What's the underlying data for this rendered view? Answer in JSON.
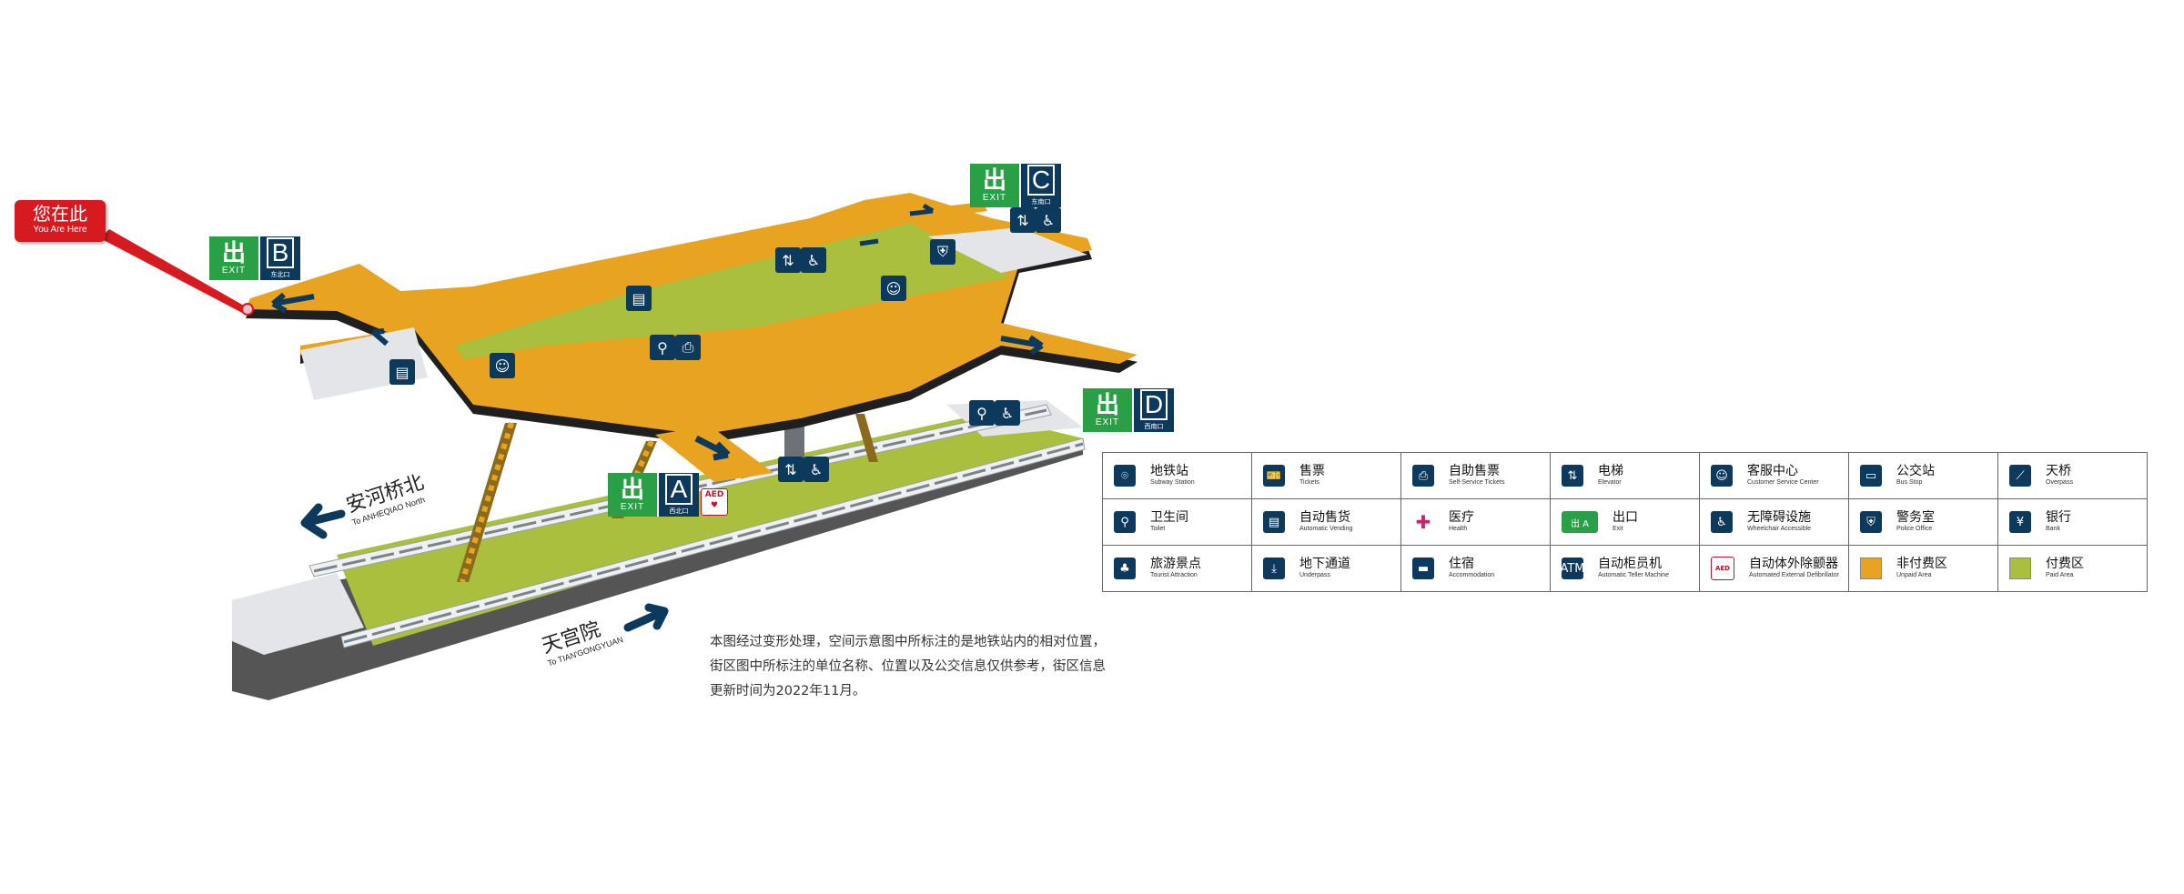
{
  "colors": {
    "unpaid_area": "#e8a321",
    "paid_area": "#a9bf3d",
    "platform_gray": "#d9dcdf",
    "exit_green": "#2aa046",
    "sign_navy": "#0d3a5c",
    "here_red": "#d71920"
  },
  "you_are_here": {
    "zh": "您在此",
    "en": "You Are Here"
  },
  "exits": [
    {
      "id": "B",
      "word": "EXIT",
      "glyph": "出",
      "letter": "B",
      "dir": "东北口"
    },
    {
      "id": "C",
      "word": "EXIT",
      "glyph": "出",
      "letter": "C",
      "dir": "东南口"
    },
    {
      "id": "D",
      "word": "EXIT",
      "glyph": "出",
      "letter": "D",
      "dir": "西南口"
    },
    {
      "id": "A",
      "word": "EXIT",
      "glyph": "出",
      "letter": "A",
      "dir": "西北口"
    }
  ],
  "directions": {
    "north": {
      "zh": "安河桥北",
      "en": "To ANHEQIAO North"
    },
    "south": {
      "zh": "天宫院",
      "en": "To TIAN'GONGYUAN"
    }
  },
  "map_icons": {
    "aed": "AED",
    "items": [
      "ticket-machine-icon",
      "service-center-icon",
      "toilet-icon",
      "elevator-icon",
      "wheelchair-icon",
      "police-icon"
    ]
  },
  "note": "本图经过变形处理，空间示意图中所标注的是地铁站内的相对位置，街区图中所标注的单位名称、位置以及公交信息仅供参考，街区信息更新时间为2022年11月。",
  "legend": [
    [
      {
        "icon": "subway-icon",
        "glyph": "⌾",
        "zh": "地铁站",
        "en": "Subway Station"
      },
      {
        "icon": "ticket-icon",
        "glyph": "🎫",
        "zh": "售票",
        "en": "Tickets"
      },
      {
        "icon": "self-service-ticket-icon",
        "glyph": "⎙",
        "zh": "自助售票",
        "en": "Self-Service Tickets"
      },
      {
        "icon": "elevator-icon",
        "glyph": "⇅",
        "zh": "电梯",
        "en": "Elevator"
      },
      {
        "icon": "service-center-icon",
        "glyph": "☺",
        "zh": "客服中心",
        "en": "Customer Service Center"
      },
      {
        "icon": "bus-icon",
        "glyph": "▭",
        "zh": "公交站",
        "en": "Bus Stop"
      },
      {
        "icon": "overpass-icon",
        "glyph": "⟋",
        "zh": "天桥",
        "en": "Overpass"
      }
    ],
    [
      {
        "icon": "toilet-icon",
        "glyph": "⚲",
        "zh": "卫生间",
        "en": "Toilet"
      },
      {
        "icon": "vending-icon",
        "glyph": "▤",
        "zh": "自动售货",
        "en": "Automatic Vending"
      },
      {
        "icon": "health-icon",
        "glyph": "✚",
        "zh": "医疗",
        "en": "Health"
      },
      {
        "icon": "exit-icon",
        "glyph": "出 A",
        "zh": "出口",
        "en": "Exit"
      },
      {
        "icon": "wheelchair-icon",
        "glyph": "♿",
        "zh": "无障碍设施",
        "en": "Wheelchair Accessible"
      },
      {
        "icon": "police-icon",
        "glyph": "⛨",
        "zh": "警务室",
        "en": "Police Office"
      },
      {
        "icon": "bank-icon",
        "glyph": "¥",
        "zh": "银行",
        "en": "Bank"
      }
    ],
    [
      {
        "icon": "tourist-icon",
        "glyph": "♣",
        "zh": "旅游景点",
        "en": "Tourist Attraction"
      },
      {
        "icon": "underpass-icon",
        "glyph": "⤓",
        "zh": "地下通道",
        "en": "Underpass"
      },
      {
        "icon": "accommodation-icon",
        "glyph": "▬",
        "zh": "住宿",
        "en": "Accommodation"
      },
      {
        "icon": "atm-icon",
        "glyph": "ATM",
        "zh": "自动柜员机",
        "en": "Automatic Teller Machine"
      },
      {
        "icon": "aed-icon",
        "glyph": "AED",
        "zh": "自动体外除颤器",
        "en": "Automated External Defibrillator"
      },
      {
        "swatch": "#e8a321",
        "zh": "非付费区",
        "en": "Unpaid Area"
      },
      {
        "swatch": "#a9bf3d",
        "zh": "付费区",
        "en": "Paid Area"
      }
    ]
  ]
}
